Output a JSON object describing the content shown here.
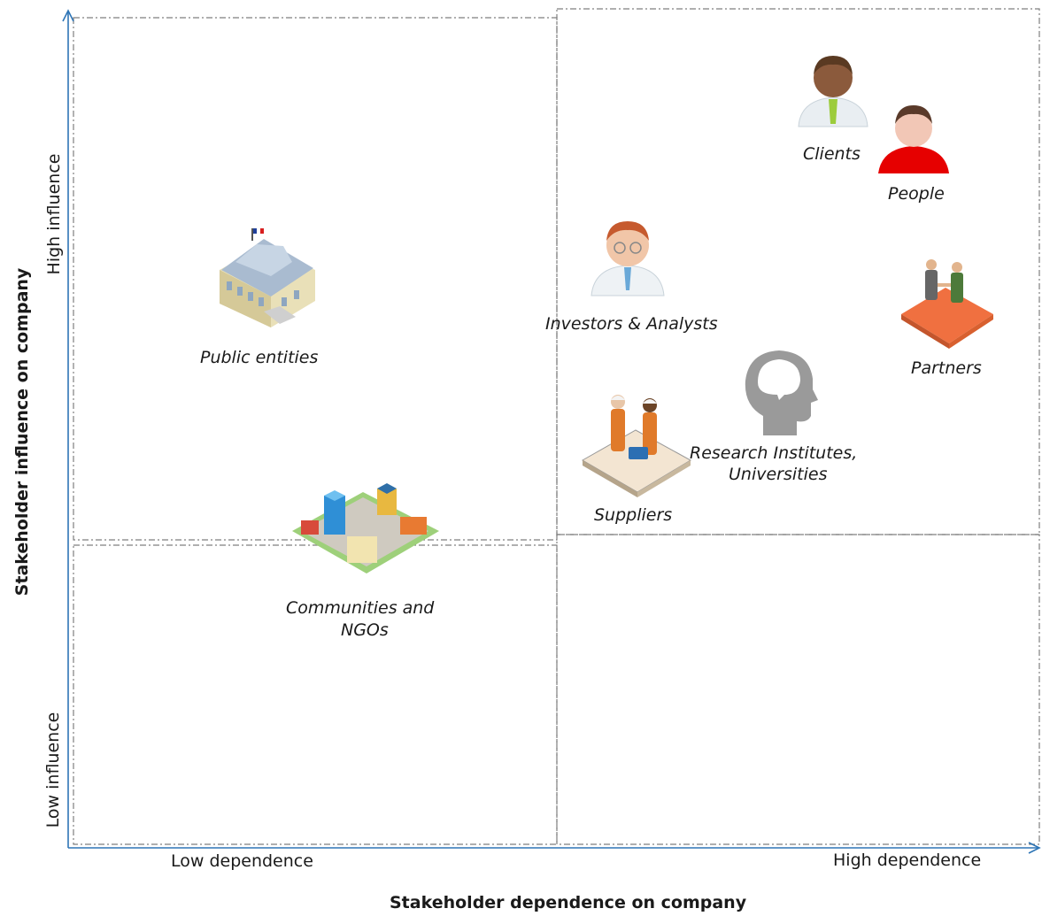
{
  "axes": {
    "y_title": "Stakeholder influence on company",
    "x_title": "Stakeholder dependence on company",
    "y_high": "High influence",
    "y_low": "Low influence",
    "x_low": "Low dependence",
    "x_high": "High dependence"
  },
  "stakeholders": {
    "clients": {
      "label": "Clients",
      "icon": "businessman-icon"
    },
    "people": {
      "label": "People",
      "icon": "person-red-icon"
    },
    "investors": {
      "label": "Investors & Analysts",
      "icon": "investor-person-icon"
    },
    "partners": {
      "label": "Partners",
      "icon": "handshake-icon"
    },
    "research": {
      "label_line1": "Research Institutes,",
      "label_line2": "Universities",
      "icon": "head-brain-icon"
    },
    "suppliers": {
      "label": "Suppliers",
      "icon": "workers-icon"
    },
    "public": {
      "label": "Public entities",
      "icon": "government-building-icon"
    },
    "communities": {
      "label_line1": "Communities and",
      "label_line2": "NGOs",
      "icon": "city-block-icon"
    }
  },
  "colors": {
    "axis": "#2e75b6",
    "grid": "#7f7f7f",
    "people_shirt": "#e60000",
    "partners_base": "#f07040"
  }
}
